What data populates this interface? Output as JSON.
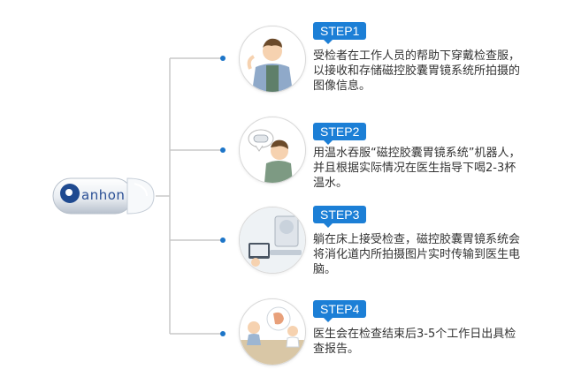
{
  "brand": {
    "logo_text": "anhon"
  },
  "steps": [
    {
      "badge": "STEP1",
      "text": "受检者在工作人员的帮助下穿戴检查服，以接收和存储磁控胶囊胃镜系统所拍摄的图像信息。"
    },
    {
      "badge": "STEP2",
      "text": "用温水吞服“磁控胶囊胃镜系统”机器人，并且根据实际情况在医生指导下喝2-3杯温水。"
    },
    {
      "badge": "STEP3",
      "text": "躺在床上接受检查，磁控胶囊胃镜系统会将消化道内所拍摄图片实时传输到医生电脑。"
    },
    {
      "badge": "STEP4",
      "text": "医生会在检查结束后3-5个工作日出具检查报告。"
    }
  ],
  "colors": {
    "accent": "#1c7fd6",
    "line": "#c8c8c8",
    "text": "#333333"
  }
}
